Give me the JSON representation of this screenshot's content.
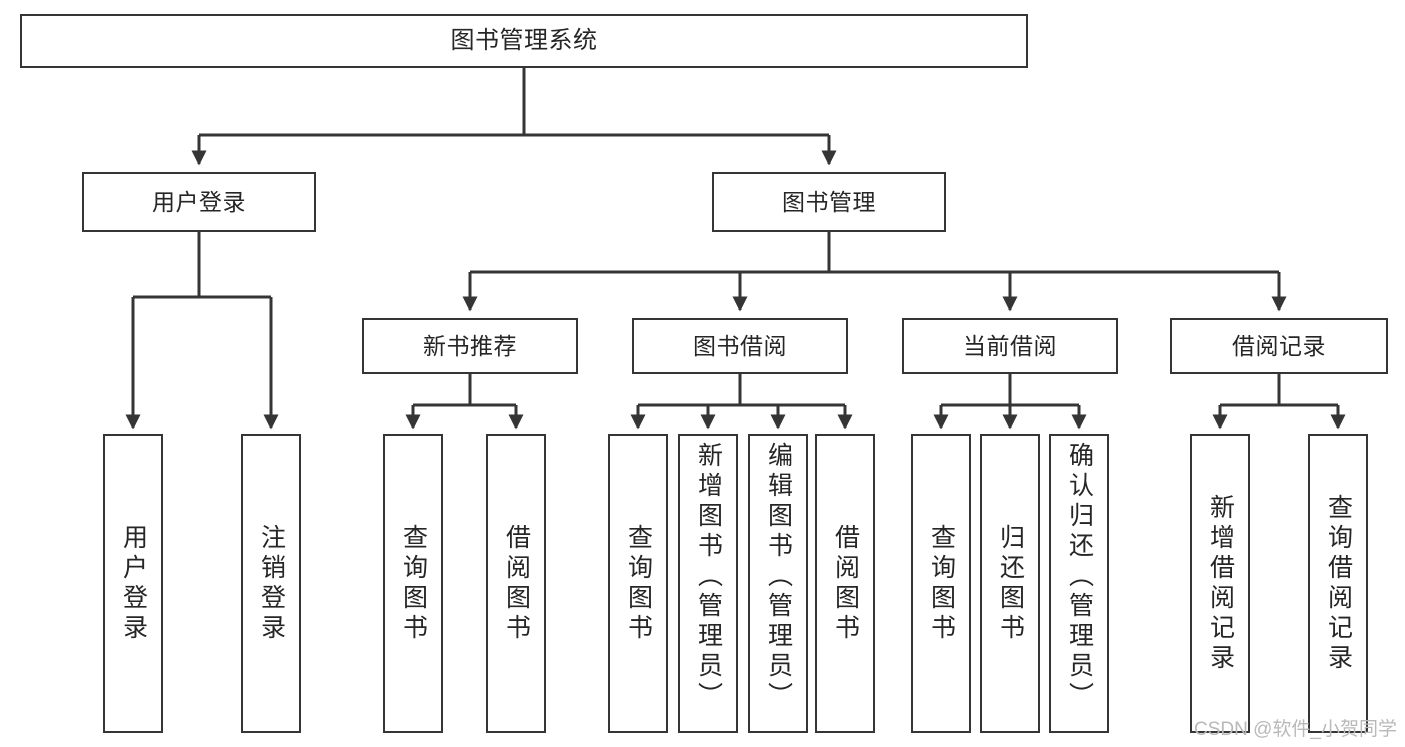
{
  "diagram": {
    "title": "图书管理系统",
    "type": "tree-hierarchy-chart",
    "watermark": "CSDN @软件_小贺同学",
    "colors": {
      "stroke": "#353535",
      "fill": "#ffffff",
      "text": "#262626",
      "watermark": "#b9b9b9"
    },
    "levels": [
      {
        "level": 1,
        "nodes": [
          {
            "id": "root",
            "label": "图书管理系统",
            "orientation": "horizontal"
          }
        ]
      },
      {
        "level": 2,
        "nodes": [
          {
            "id": "user-login",
            "label": "用户登录",
            "orientation": "horizontal"
          },
          {
            "id": "book-manage",
            "label": "图书管理",
            "orientation": "horizontal"
          }
        ]
      },
      {
        "level": 3,
        "nodes": [
          {
            "id": "new-book-rec",
            "label": "新书推荐",
            "orientation": "horizontal"
          },
          {
            "id": "book-borrow",
            "label": "图书借阅",
            "orientation": "horizontal"
          },
          {
            "id": "current-borrow",
            "label": "当前借阅",
            "orientation": "horizontal"
          },
          {
            "id": "borrow-record",
            "label": "借阅记录",
            "orientation": "horizontal"
          }
        ]
      },
      {
        "level": 4,
        "nodes": [
          {
            "id": "leaf-user-login",
            "label": "用户登录",
            "orientation": "vertical",
            "parent": "user-login"
          },
          {
            "id": "leaf-logout",
            "label": "注销登录",
            "orientation": "vertical",
            "parent": "user-login"
          },
          {
            "id": "leaf-query-book-1",
            "label": "查询图书",
            "orientation": "vertical",
            "parent": "new-book-rec"
          },
          {
            "id": "leaf-borrow-book-1",
            "label": "借阅图书",
            "orientation": "vertical",
            "parent": "new-book-rec"
          },
          {
            "id": "leaf-query-book-2",
            "label": "查询图书",
            "orientation": "vertical",
            "parent": "book-borrow"
          },
          {
            "id": "leaf-add-book",
            "label": "新增图书（管理员）",
            "orientation": "vertical",
            "parent": "book-borrow"
          },
          {
            "id": "leaf-edit-book",
            "label": "编辑图书（管理员）",
            "orientation": "vertical",
            "parent": "book-borrow"
          },
          {
            "id": "leaf-borrow-book-2",
            "label": "借阅图书",
            "orientation": "vertical",
            "parent": "book-borrow"
          },
          {
            "id": "leaf-query-book-3",
            "label": "查询图书",
            "orientation": "vertical",
            "parent": "current-borrow"
          },
          {
            "id": "leaf-return-book",
            "label": "归还图书",
            "orientation": "vertical",
            "parent": "current-borrow"
          },
          {
            "id": "leaf-confirm-return",
            "label": "确认归还（管理员）",
            "orientation": "vertical",
            "parent": "current-borrow"
          },
          {
            "id": "leaf-add-record",
            "label": "新增借阅记录",
            "orientation": "vertical",
            "parent": "borrow-record"
          },
          {
            "id": "leaf-query-record",
            "label": "查询借阅记录",
            "orientation": "vertical",
            "parent": "borrow-record"
          }
        ]
      }
    ]
  }
}
